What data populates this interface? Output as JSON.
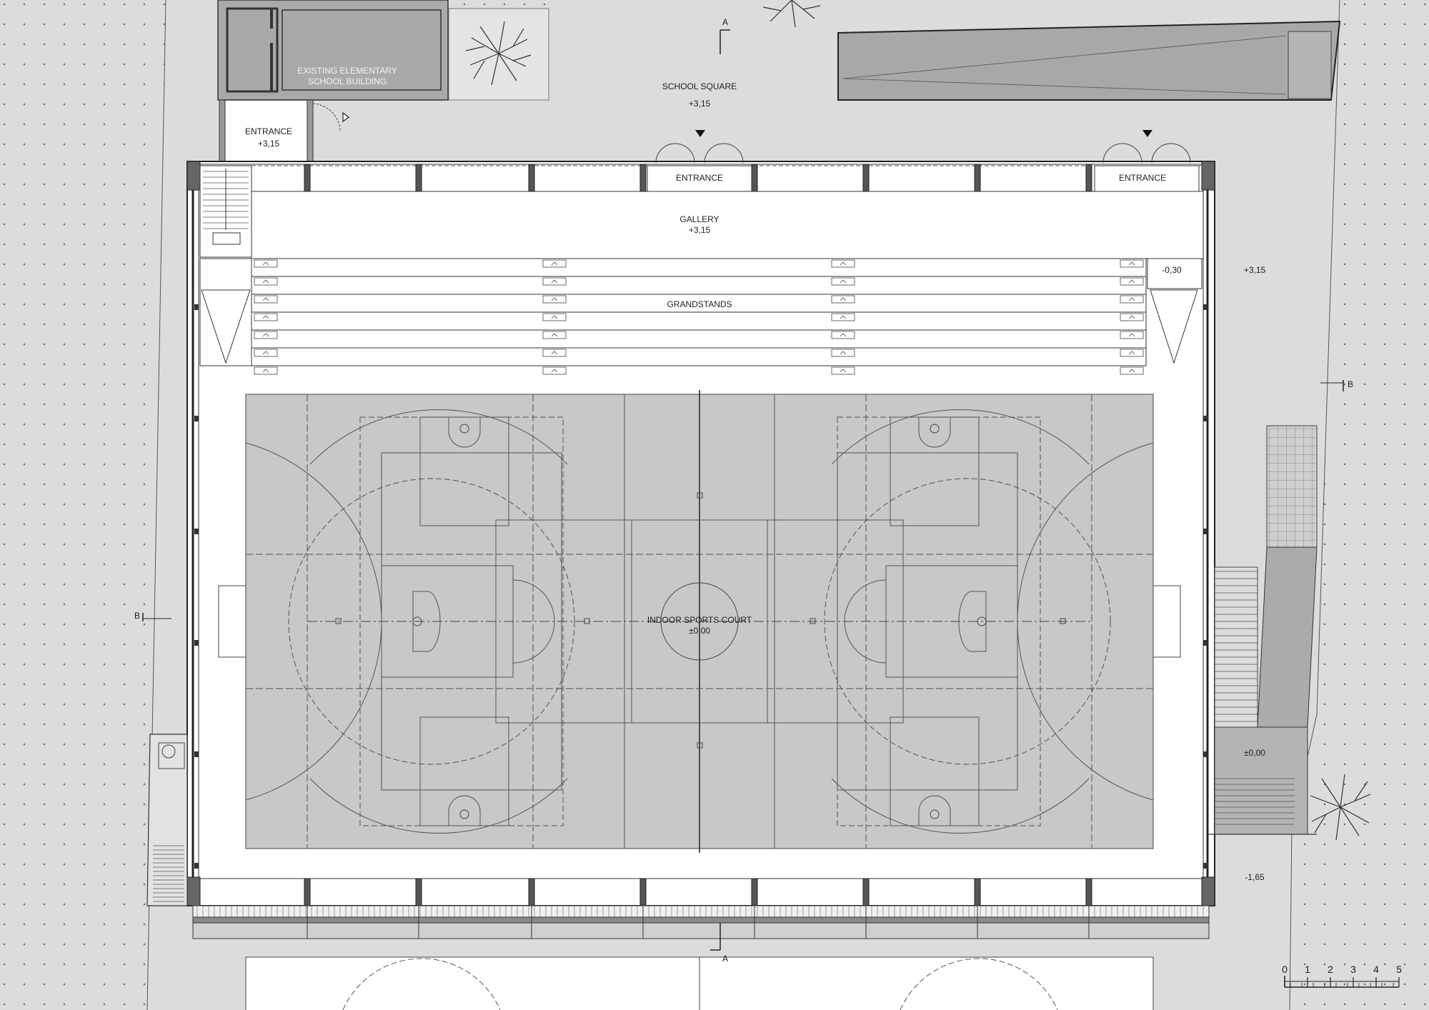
{
  "labels": {
    "existing_building_line1": "EXISTING ELEMENTARY",
    "existing_building_line2": "SCHOOL BUILDING",
    "school_square": "SCHOOL SQUARE",
    "school_square_level": "+3,15",
    "side_entrance": "ENTRANCE",
    "side_entrance_level": "+3,15",
    "entrance_center": "ENTRANCE",
    "entrance_right": "ENTRANCE",
    "gallery": "GALLERY",
    "gallery_level": "+3,15",
    "grandstands": "GRANDSTANDS",
    "grandstand_level": "-0,30",
    "terrace_level": "+3,15",
    "court": "INDOOR SPORTS COURT",
    "court_level": "±0,00",
    "lower_level_a": "±0,00",
    "lower_level_b": "-1,65"
  },
  "section_markers": {
    "a_top": "A",
    "a_bottom": "A",
    "b_left": "B",
    "b_right": "B"
  },
  "scale_bar": {
    "ticks": [
      "0",
      "1",
      "2",
      "3",
      "4",
      "5"
    ]
  },
  "colors": {
    "background": "#dcdcdc",
    "court_fill": "#c8c8c8",
    "hall_floor": "#ffffff",
    "line": "#333333",
    "dark_fill": "#a8a8a8"
  }
}
